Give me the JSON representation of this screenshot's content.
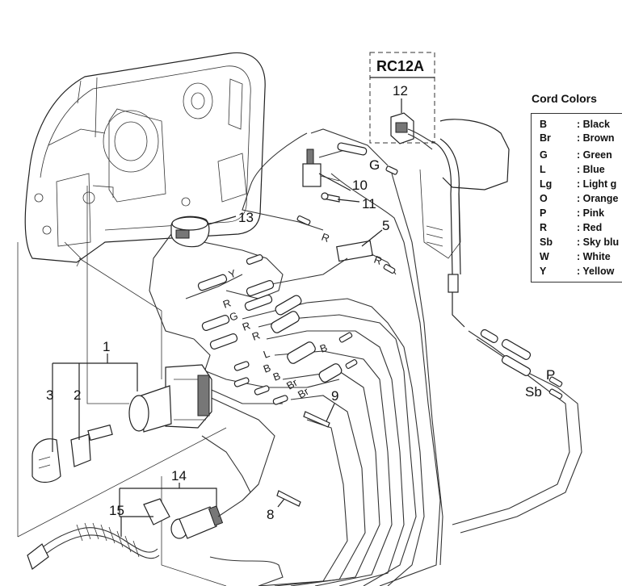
{
  "remote_box_label": "RC12A",
  "legend": {
    "title": "Cord Colors",
    "entries": [
      {
        "code": "B",
        "name": ": Black"
      },
      {
        "code": "Br",
        "name": ": Brown"
      },
      {
        "code": "G",
        "name": ": Green"
      },
      {
        "code": "L",
        "name": ": Blue"
      },
      {
        "code": "Lg",
        "name": ": Light g"
      },
      {
        "code": "O",
        "name": ": Orange"
      },
      {
        "code": "P",
        "name": ": Pink"
      },
      {
        "code": "R",
        "name": ": Red"
      },
      {
        "code": "Sb",
        "name": ": Sky blu"
      },
      {
        "code": "W",
        "name": ": White"
      },
      {
        "code": "Y",
        "name": ": Yellow"
      }
    ]
  },
  "callouts": {
    "c1": "1",
    "c2": "2",
    "c3": "3",
    "c5": "5",
    "c8": "8",
    "c9": "9",
    "c10": "10",
    "c11": "11",
    "c12": "12",
    "c13": "13",
    "c14": "14",
    "c15": "15"
  },
  "wire_labels": {
    "g_top": "G",
    "r_mid": "R",
    "r_right": "R",
    "y": "Y",
    "r1": "R",
    "g1": "G",
    "r2": "R",
    "r3": "R",
    "l1": "L",
    "b1": "B",
    "b2": "B",
    "b3": "B",
    "br1": "Br",
    "br2": "Br",
    "p": "P",
    "sb": "Sb"
  }
}
